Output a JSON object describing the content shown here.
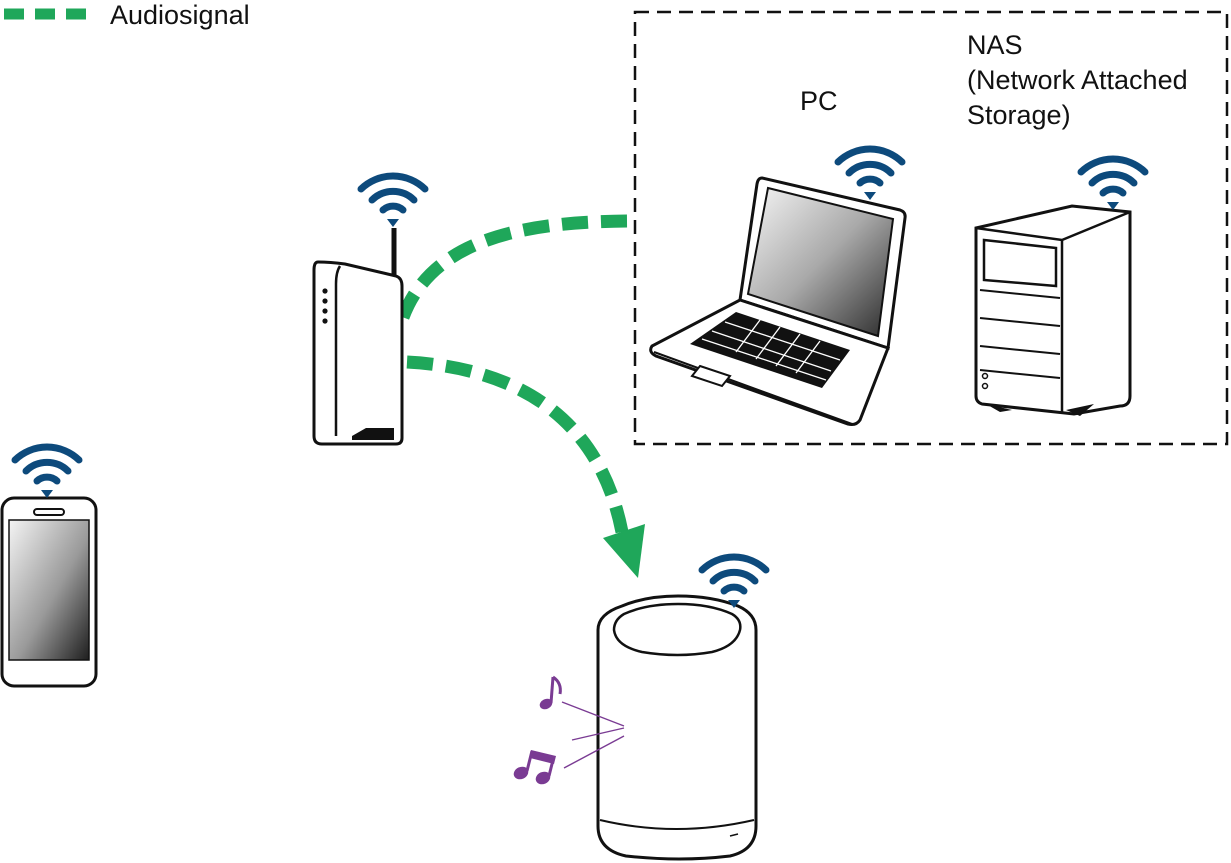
{
  "legend": {
    "label": "Audiosignal",
    "color": "#1fa75a"
  },
  "labels": {
    "pc": "PC",
    "nas_lines": [
      "NAS",
      "(Network Attached",
      "Storage)"
    ]
  },
  "devices": {
    "router": "router",
    "pc": "laptop",
    "nas": "nas-tower",
    "smartphone": "smartphone",
    "speaker": "wireless-speaker"
  },
  "icons": [
    "wifi-icon",
    "music-note-icon",
    "music-double-note-icon"
  ],
  "colors": {
    "audio_signal": "#1fa75a",
    "wifi": "#0d4a7c",
    "music": "#7a3b93",
    "outline": "#111111"
  }
}
